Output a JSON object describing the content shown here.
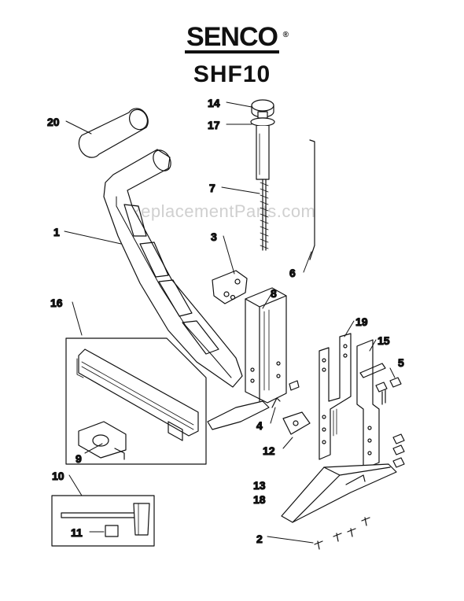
{
  "brand": {
    "logo_text": "SENCO",
    "registered_mark": "®"
  },
  "model": "SHF10",
  "watermark": "eReplacementParts.com",
  "callouts": [
    {
      "id": "c20",
      "label": "20"
    },
    {
      "id": "c14",
      "label": "14"
    },
    {
      "id": "c17",
      "label": "17"
    },
    {
      "id": "c7",
      "label": "7"
    },
    {
      "id": "c1",
      "label": "1"
    },
    {
      "id": "c3",
      "label": "3"
    },
    {
      "id": "c6",
      "label": "6"
    },
    {
      "id": "c16",
      "label": "16"
    },
    {
      "id": "c8",
      "label": "8"
    },
    {
      "id": "c19",
      "label": "19"
    },
    {
      "id": "c15",
      "label": "15"
    },
    {
      "id": "c5",
      "label": "5"
    },
    {
      "id": "c4",
      "label": "4"
    },
    {
      "id": "c12",
      "label": "12"
    },
    {
      "id": "c9",
      "label": "9"
    },
    {
      "id": "c10",
      "label": "10"
    },
    {
      "id": "c11",
      "label": "11"
    },
    {
      "id": "c13",
      "label": "13"
    },
    {
      "id": "c18",
      "label": "18"
    },
    {
      "id": "c2",
      "label": "2"
    }
  ]
}
